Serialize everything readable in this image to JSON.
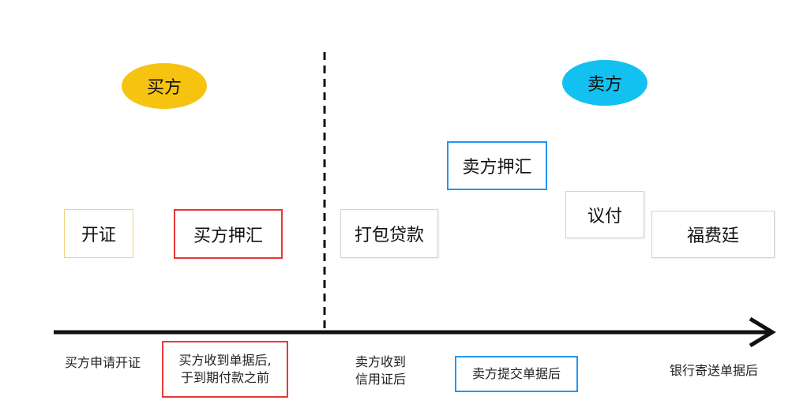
{
  "parties": {
    "buyer": {
      "label": "买方",
      "color": "#f6c311"
    },
    "seller": {
      "label": "卖方",
      "color": "#12c1f0"
    }
  },
  "stages": {
    "kaizheng": "开证",
    "buyer_bill": "买方押汇",
    "packing_loan": "打包贷款",
    "seller_bill": "卖方押汇",
    "negotiation": "议付",
    "forfaiting": "福费廷"
  },
  "timeline": {
    "apply_lc": "买方申请开证",
    "buyer_receipt": [
      "买方收到单据后,",
      "于到期付款之前"
    ],
    "seller_receive_lc": [
      "卖方收到",
      "信用证后"
    ],
    "seller_submit": "卖方提交单据后",
    "bank_send": "银行寄送单据后"
  },
  "colors": {
    "highlight_red": "#e53935",
    "highlight_blue": "#2196f3"
  }
}
